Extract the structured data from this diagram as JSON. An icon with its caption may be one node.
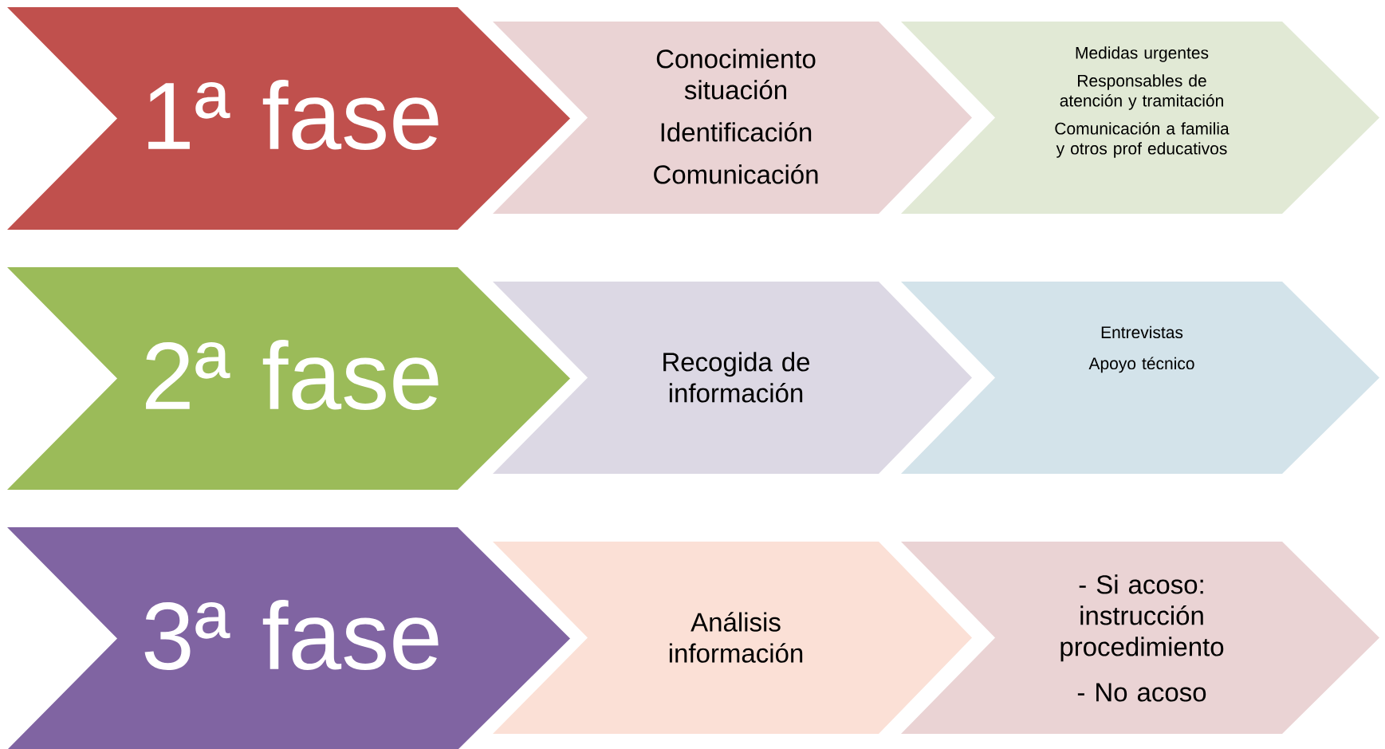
{
  "diagram": {
    "nodes": [
      {
        "text": [
          "1ª fase"
        ]
      },
      {
        "text": [
          "Conocimiento situación",
          "Identificación",
          "Comunicación"
        ]
      },
      {
        "text": [
          "Medidas urgentes",
          "Responsables de atención y tramitación",
          "Comunicación a familia y otros prof educativos"
        ]
      },
      {
        "text": [
          "2ª fase"
        ]
      },
      {
        "text": [
          "Recogida de información"
        ]
      },
      {
        "text": [
          "Entrevistas",
          "Apoyo técnico"
        ]
      },
      {
        "text": [
          "3ª fase"
        ]
      },
      {
        "text": [
          "Análisis información"
        ]
      },
      {
        "text": [
          "- Si acoso: instrucción procedimiento",
          "- No acoso"
        ]
      }
    ],
    "edges": []
  }
}
